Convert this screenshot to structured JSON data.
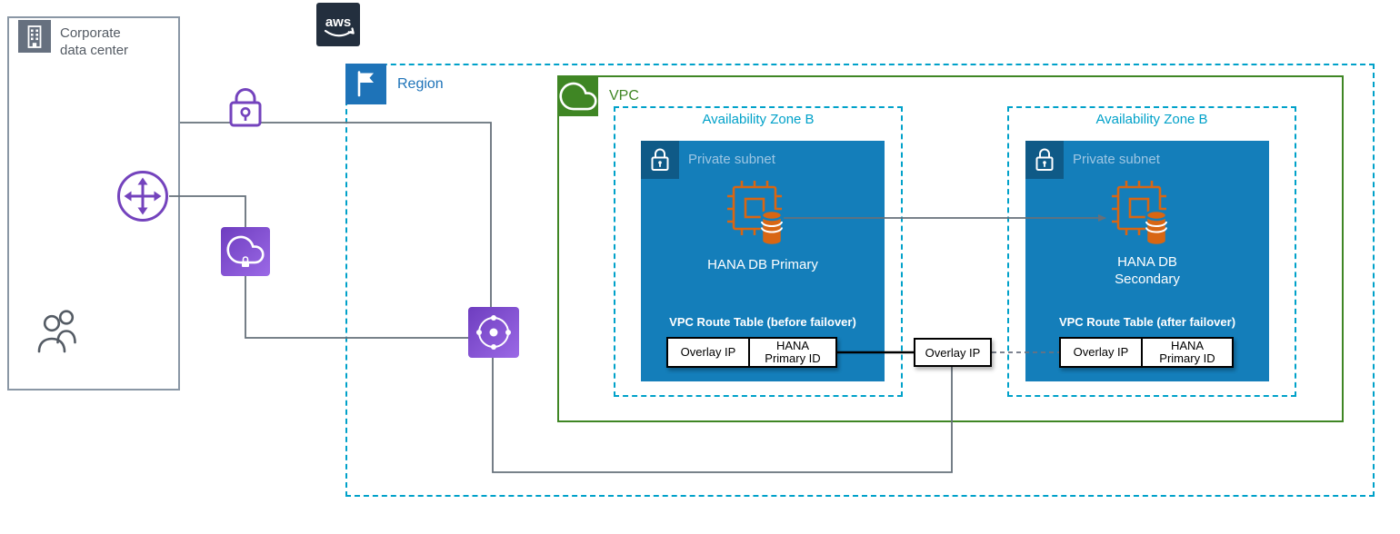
{
  "corporate_dc": {
    "label": "Corporate data center"
  },
  "aws": {
    "label": "aws"
  },
  "region": {
    "label": "Region"
  },
  "vpc": {
    "label": "VPC"
  },
  "az_left": {
    "label": "Availability Zone B",
    "subnet_label": "Private subnet",
    "instance_label": "HANA DB Primary",
    "route_table": {
      "title": "VPC Route Table (before failover)",
      "cells": [
        "Overlay IP",
        "HANA Primary ID"
      ]
    }
  },
  "az_right": {
    "label": "Availability Zone B",
    "subnet_label": "Private subnet",
    "instance_label": "HANA DB Secondary",
    "route_table": {
      "title": "VPC Route Table (after failover)",
      "cells": [
        "Overlay IP",
        "HANA Primary ID"
      ]
    }
  },
  "overlay_ip": {
    "label": "Overlay IP"
  },
  "icons": {
    "building": "building-icon",
    "users": "users-icon",
    "aws_logo": "aws-smile-logo-icon",
    "region_flag": "flag-icon",
    "vpc_cloud": "cloud-icon",
    "subnet_lock": "lock-icon",
    "vpn_gateway": "vpn-gateway-lock-icon",
    "router": "router-icon",
    "site_to_site_vpn": "site-to-site-vpn-icon",
    "transit_gateway": "transit-gateway-icon",
    "hana_instance": "ec2-database-icon"
  },
  "colors": {
    "region_accent": "#1E73B8",
    "az_accent": "#00A1C9",
    "vpc_green": "#3F8624",
    "subnet_blue": "#147EBA",
    "subnet_icon_blue": "#0F5A87",
    "purple": "#7443BD",
    "orange": "#D86613",
    "line_gray": "#66707A",
    "dark_navy": "#232F3E",
    "dc_gray": "#66707F"
  }
}
